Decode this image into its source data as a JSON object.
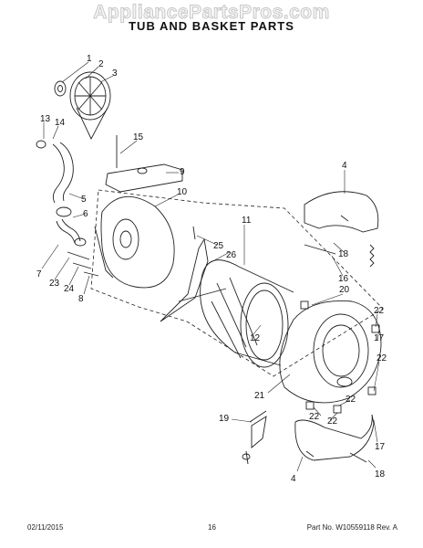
{
  "watermark": "AppliancePartsPros.com",
  "title": "TUB AND BASKET PARTS",
  "callouts": [
    "1",
    "2",
    "3",
    "13",
    "14",
    "15",
    "9",
    "5",
    "6",
    "10",
    "7",
    "23",
    "24",
    "8",
    "4",
    "11",
    "25",
    "26",
    "18",
    "16",
    "20",
    "22",
    "17",
    "12",
    "22",
    "22",
    "21",
    "22",
    "22",
    "19",
    "17",
    "18",
    "4"
  ],
  "footer": {
    "date": "02/11/2015",
    "page": "16",
    "part_number": "Part No. W10559118  Rev. A"
  }
}
